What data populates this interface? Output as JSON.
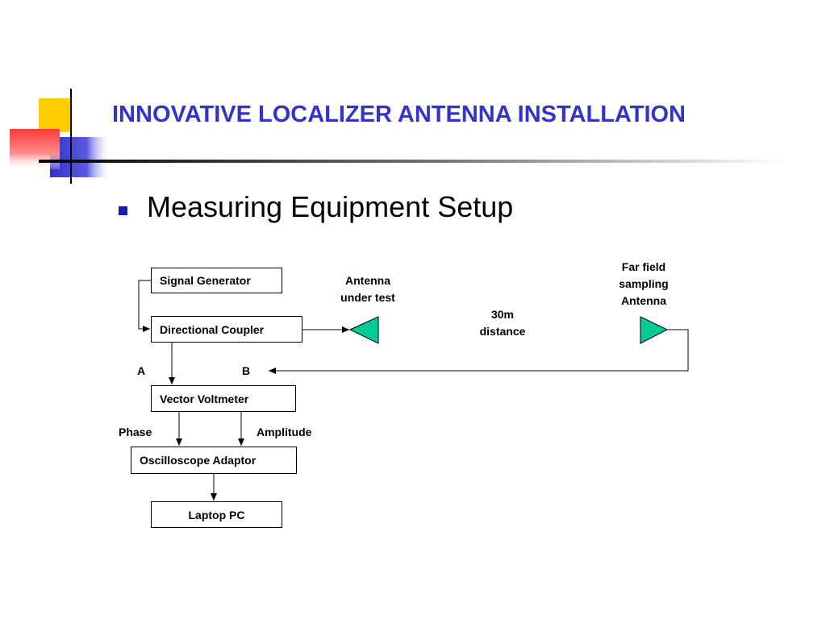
{
  "slide": {
    "title": "INNOVATIVE LOCALIZER ANTENNA INSTALLATION",
    "bullet": "Measuring Equipment Setup"
  },
  "colors": {
    "title": "#3333cc",
    "accent_yellow": "#ffcc00",
    "accent_red": "#ff4444",
    "accent_blue": "#3333cc",
    "antenna_fill": "#00cc99"
  },
  "diagram": {
    "blocks": {
      "signal_generator": "Signal Generator",
      "directional_coupler": "Directional Coupler",
      "vector_voltmeter": "Vector Voltmeter",
      "oscilloscope_adaptor": "Oscilloscope Adaptor",
      "laptop_pc": "Laptop PC"
    },
    "labels": {
      "antenna_under_test": [
        "Antenna",
        "under test"
      ],
      "distance": [
        "30m",
        "distance"
      ],
      "far_field_antenna": [
        "Far field",
        "sampling",
        "Antenna"
      ],
      "port_a": "A",
      "port_b": "B",
      "phase": "Phase",
      "amplitude": "Amplitude"
    }
  }
}
